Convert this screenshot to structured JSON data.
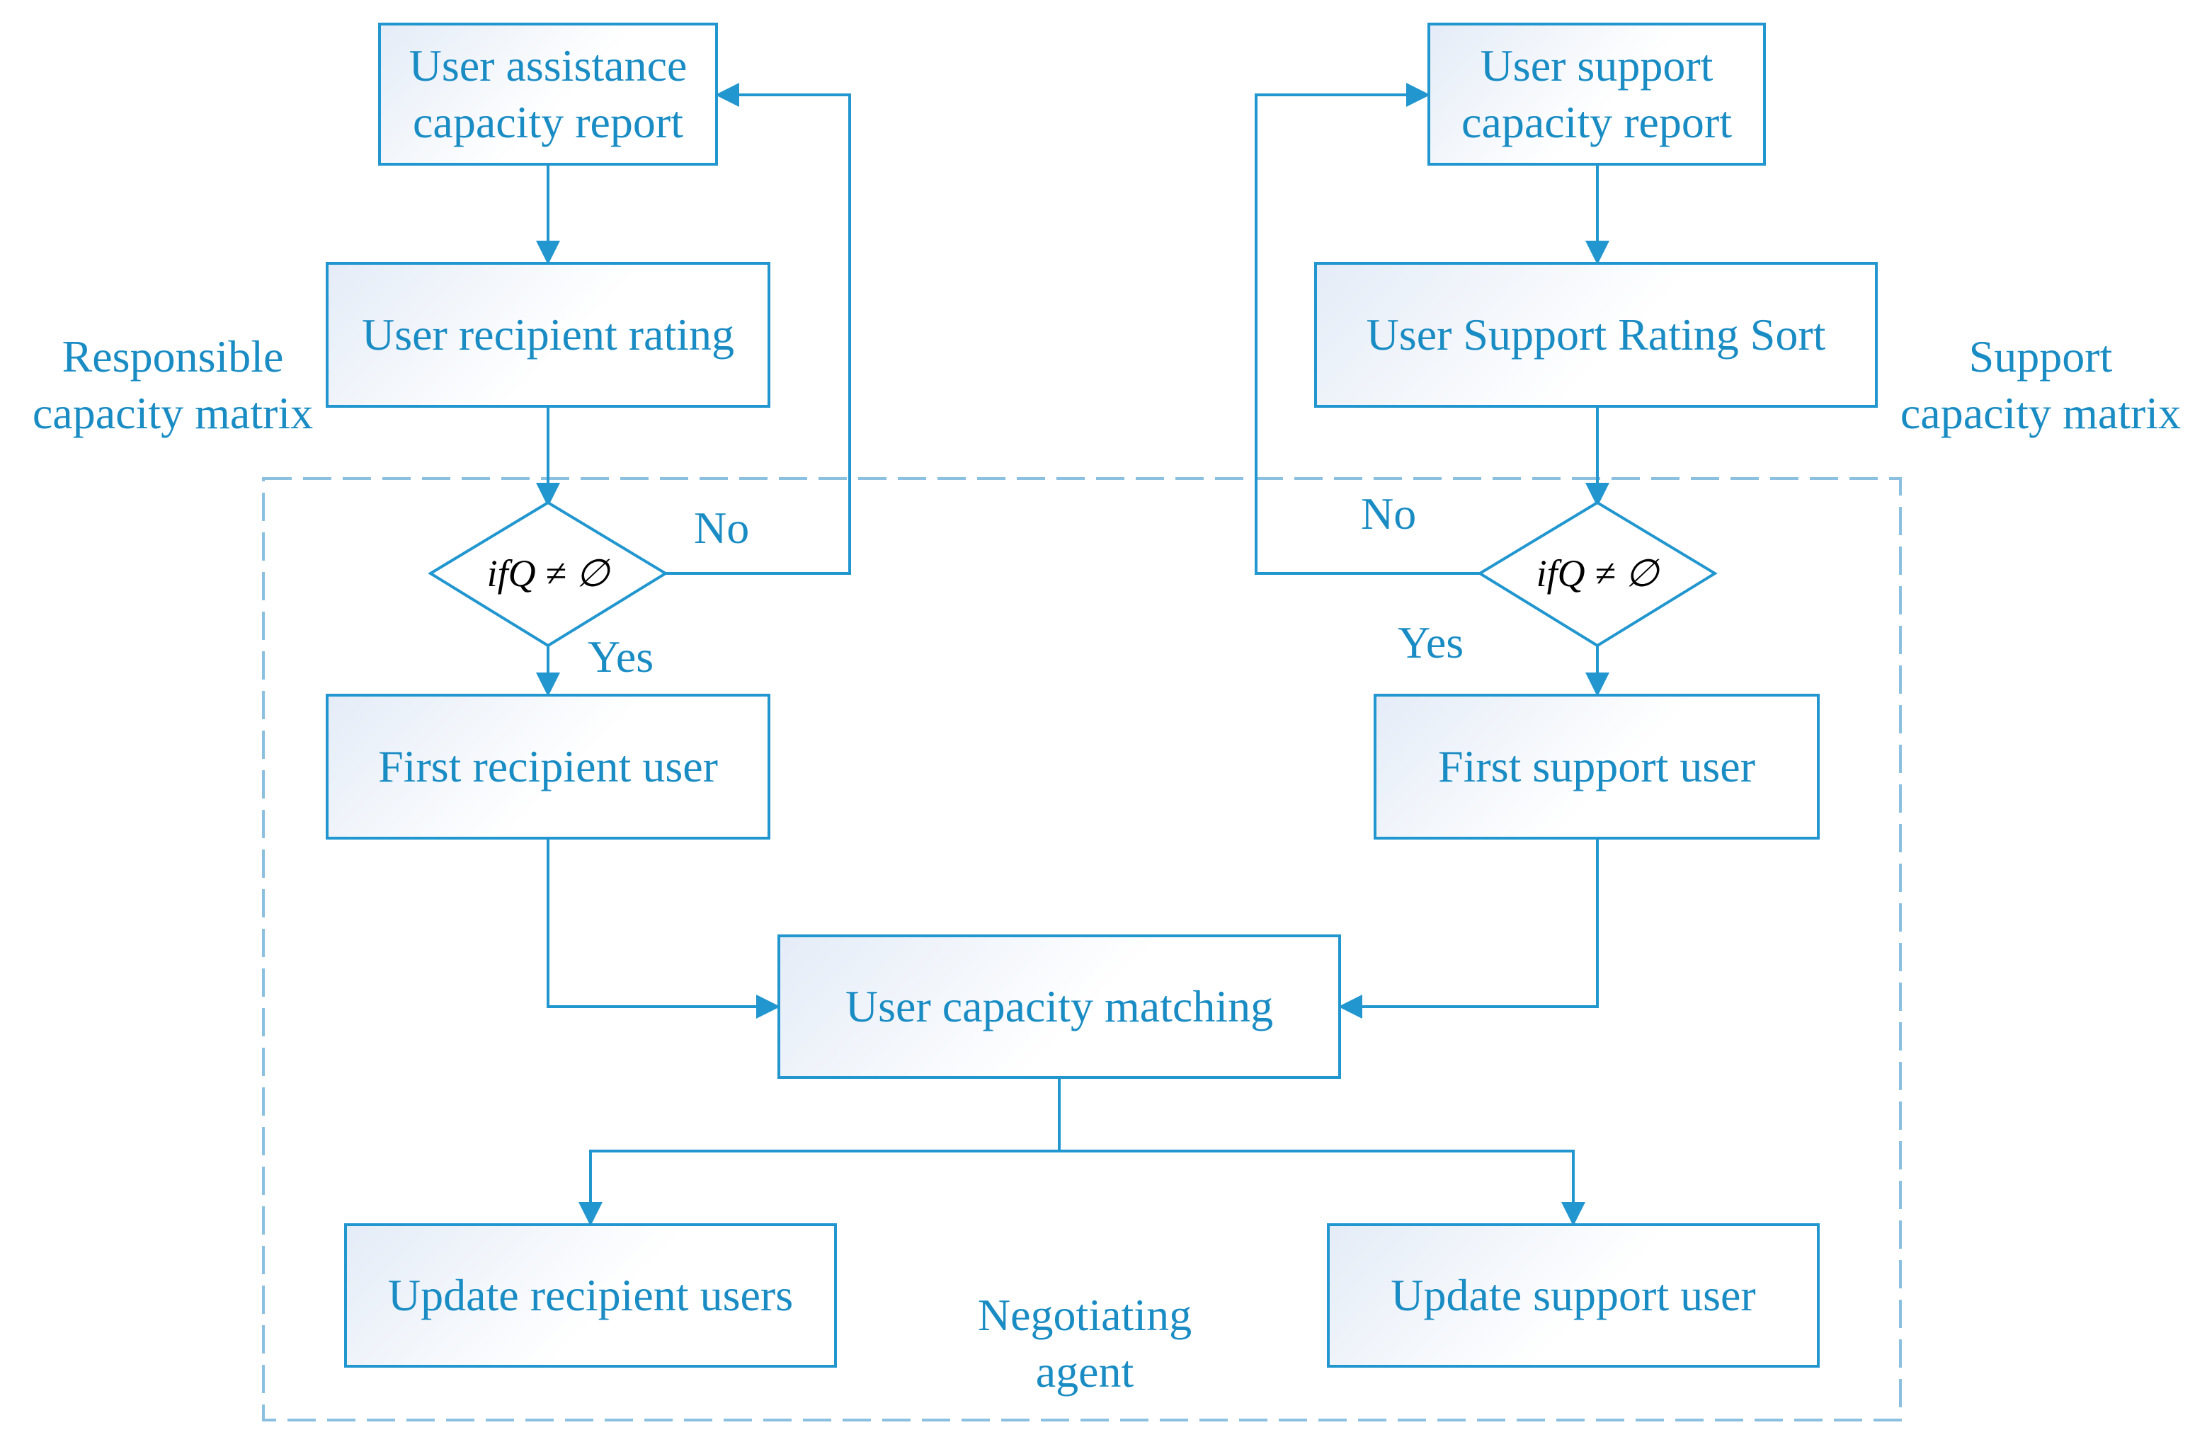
{
  "colors": {
    "accent": "#2196cf",
    "text": "#1a8cc4",
    "dashed_frame": "#8cc0e0",
    "box_fill_tint": "#e4ecf7"
  },
  "boxes": {
    "user_assistance_report": "User assistance\ncapacity report",
    "user_recipient_rating": "User recipient rating",
    "first_recipient_user": "First recipient user",
    "user_support_report": "User support\ncapacity report",
    "user_support_rating_sort": "User Support Rating Sort",
    "first_support_user": "First support user",
    "user_capacity_matching": "User capacity matching",
    "update_recipient_users": "Update recipient users",
    "update_support_user": "Update support user"
  },
  "decisions": {
    "left": "ifQ ≠ ∅",
    "right": "ifQ ≠ ∅"
  },
  "edge_labels": {
    "left_no": "No",
    "left_yes": "Yes",
    "right_no": "No",
    "right_yes": "Yes"
  },
  "side_labels": {
    "responsible": "Responsible\ncapacity matrix",
    "support": "Support\ncapacity matrix",
    "negotiating_agent": "Negotiating\nagent"
  }
}
